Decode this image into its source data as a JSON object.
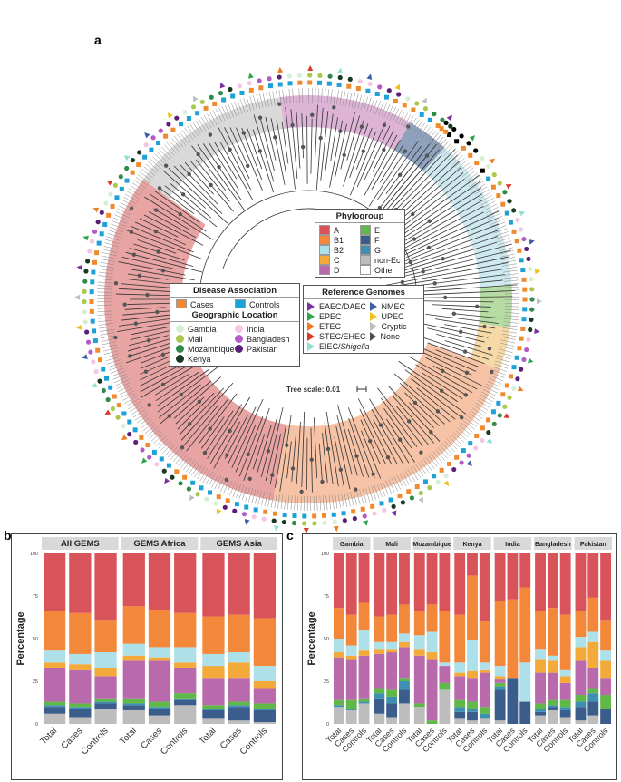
{
  "panel_labels": {
    "a": "a",
    "b": "b",
    "c": "c"
  },
  "tree": {
    "scale_label": "Tree scale: 0.01",
    "clade_colors": {
      "A": "#e8a3a3",
      "B1": "#f7c3a6",
      "B2": "#cfe9f0",
      "C": "#f7d9a8",
      "D": "#ddb3d6",
      "E": "#b7dca3",
      "F": "#8ea1bd",
      "nonEc": "#d9d9d9"
    }
  },
  "legend_phylogroup": {
    "title": "Phylogroup",
    "items": [
      {
        "label": "A",
        "color": "#d9545a"
      },
      {
        "label": "E",
        "color": "#5fb847"
      },
      {
        "label": "B1",
        "color": "#f3873a"
      },
      {
        "label": "F",
        "color": "#3b5d8c"
      },
      {
        "label": "B2",
        "color": "#aee0ea"
      },
      {
        "label": "G",
        "color": "#3e8fb1"
      },
      {
        "label": "C",
        "color": "#f4a93b"
      },
      {
        "label": "non-Ec",
        "color": "#bdbdbd"
      },
      {
        "label": "D",
        "color": "#b86aac"
      },
      {
        "label": "Other",
        "color": "#ffffff"
      }
    ]
  },
  "legend_disease": {
    "title": "Disease Association",
    "items": [
      {
        "label": "Cases",
        "color": "#f08a2e"
      },
      {
        "label": "Controls",
        "color": "#1ea1d6"
      }
    ]
  },
  "legend_geo": {
    "title": "Geographic Location",
    "items": [
      {
        "label": "Gambia",
        "color": "#d6eed3"
      },
      {
        "label": "India",
        "color": "#f4c6e6"
      },
      {
        "label": "Mali",
        "color": "#a6c94a"
      },
      {
        "label": "Bangladesh",
        "color": "#b35cc6"
      },
      {
        "label": "Mozambique",
        "color": "#2e8b4a"
      },
      {
        "label": "Pakistan",
        "color": "#5b1f7a"
      },
      {
        "label": "Kenya",
        "color": "#183a22"
      }
    ]
  },
  "legend_ref": {
    "title": "Reference Genomes",
    "items": [
      {
        "label": "EAEC/DAEC",
        "color": "#7b2fa0"
      },
      {
        "label": "NMEC",
        "color": "#3b5ea8"
      },
      {
        "label": "EPEC",
        "color": "#2aa84a"
      },
      {
        "label": "UPEC",
        "color": "#f2c21b"
      },
      {
        "label": "ETEC",
        "color": "#f07a1e"
      },
      {
        "label": "Cryptic",
        "color": "#bdbdbd"
      },
      {
        "label": "STEC/EHEC",
        "color": "#d93a2b"
      },
      {
        "label": "None",
        "color": "#ffffff"
      },
      {
        "label": "EIEC/Shigella",
        "color": "#8fe0d0"
      }
    ]
  },
  "colors": {
    "A": "#d9545a",
    "B1": "#f3873a",
    "B2": "#aee0ea",
    "C": "#f4a93b",
    "D": "#b86aac",
    "E": "#5fb847",
    "F": "#3b5d8c",
    "G": "#3e8fb1",
    "nonEc": "#bdbdbd",
    "Other": "#ffffff"
  },
  "chart_data": [
    {
      "type": "bar",
      "panel": "b",
      "stacked": true,
      "ylabel": "Percentage",
      "ylim": [
        0,
        100
      ],
      "yticks": [
        "0",
        "25",
        "50",
        "75",
        "100"
      ],
      "facets": [
        {
          "label": "All GEMS",
          "categories": [
            "Total",
            "Cases",
            "Controls"
          ],
          "stacks": [
            {
              "nonEc": 6,
              "F": 4,
              "G": 1,
              "E": 2,
              "D": 20,
              "C": 3,
              "B2": 7,
              "B1": 23,
              "A": 34
            },
            {
              "nonEc": 4,
              "F": 5,
              "G": 1,
              "E": 2,
              "D": 20,
              "C": 3,
              "B2": 6,
              "B1": 24,
              "A": 35
            },
            {
              "nonEc": 9,
              "F": 3,
              "G": 1,
              "E": 2,
              "D": 13,
              "C": 5,
              "B2": 9,
              "B1": 19,
              "A": 39
            }
          ]
        },
        {
          "label": "GEMS Africa",
          "categories": [
            "Total",
            "Cases",
            "Controls"
          ],
          "stacks": [
            {
              "nonEc": 8,
              "F": 3,
              "G": 1,
              "E": 3,
              "D": 22,
              "C": 3,
              "B2": 7,
              "B1": 22,
              "A": 31
            },
            {
              "nonEc": 5,
              "F": 4,
              "G": 1,
              "E": 3,
              "D": 24,
              "C": 2,
              "B2": 6,
              "B1": 22,
              "A": 33
            },
            {
              "nonEc": 11,
              "F": 3,
              "G": 1,
              "E": 3,
              "D": 15,
              "C": 3,
              "B2": 9,
              "B1": 20,
              "A": 35
            }
          ]
        },
        {
          "label": "GEMS Asia",
          "categories": [
            "Total",
            "Cases",
            "Controls"
          ],
          "stacks": [
            {
              "nonEc": 3,
              "F": 5,
              "G": 1,
              "E": 2,
              "D": 16,
              "C": 7,
              "B2": 7,
              "B1": 22,
              "A": 37
            },
            {
              "nonEc": 2,
              "F": 8,
              "G": 1,
              "E": 2,
              "D": 14,
              "C": 9,
              "B2": 6,
              "B1": 22,
              "A": 36
            },
            {
              "nonEc": 1,
              "F": 7,
              "G": 1,
              "E": 3,
              "D": 9,
              "C": 4,
              "B2": 9,
              "B1": 28,
              "A": 38
            }
          ]
        }
      ]
    },
    {
      "type": "bar",
      "panel": "c",
      "stacked": true,
      "ylabel": "Percentage",
      "ylim": [
        0,
        100
      ],
      "yticks": [
        "0",
        "25",
        "50",
        "75",
        "100"
      ],
      "facets": [
        {
          "label": "Gambia",
          "categories": [
            "Total",
            "Cases",
            "Controls"
          ],
          "stacks": [
            {
              "nonEc": 10,
              "F": 0,
              "G": 1,
              "E": 3,
              "D": 25,
              "C": 3,
              "B2": 8,
              "B1": 18,
              "A": 32
            },
            {
              "nonEc": 8,
              "F": 0,
              "G": 1,
              "E": 5,
              "D": 24,
              "C": 2,
              "B2": 6,
              "B1": 18,
              "A": 36
            },
            {
              "nonEc": 12,
              "F": 0,
              "G": 1,
              "E": 2,
              "D": 25,
              "C": 3,
              "B2": 12,
              "B1": 16,
              "A": 29
            }
          ]
        },
        {
          "label": "Mali",
          "categories": [
            "Total",
            "Cases",
            "Controls"
          ],
          "stacks": [
            {
              "nonEc": 6,
              "F": 9,
              "G": 3,
              "E": 3,
              "D": 20,
              "C": 3,
              "B2": 4,
              "B1": 15,
              "A": 37
            },
            {
              "nonEc": 4,
              "F": 8,
              "G": 4,
              "E": 4,
              "D": 22,
              "C": 2,
              "B2": 4,
              "B1": 16,
              "A": 36
            },
            {
              "nonEc": 12,
              "F": 8,
              "G": 5,
              "E": 2,
              "D": 18,
              "C": 3,
              "B2": 5,
              "B1": 17,
              "A": 30
            }
          ]
        },
        {
          "label": "Mozambique",
          "categories": [
            "Total",
            "Cases",
            "Controls"
          ],
          "stacks": [
            {
              "nonEc": 10,
              "F": 0,
              "G": 0,
              "E": 2,
              "D": 28,
              "C": 4,
              "B2": 8,
              "B1": 14,
              "A": 34
            },
            {
              "nonEc": 0,
              "F": 0,
              "G": 0,
              "E": 2,
              "D": 36,
              "C": 4,
              "B2": 12,
              "B1": 16,
              "A": 30
            },
            {
              "nonEc": 20,
              "F": 0,
              "G": 0,
              "E": 4,
              "D": 10,
              "C": 0,
              "B2": 2,
              "B1": 30,
              "A": 34
            }
          ]
        },
        {
          "label": "Kenya",
          "categories": [
            "Total",
            "Cases",
            "Controls"
          ],
          "stacks": [
            {
              "nonEc": 3,
              "F": 4,
              "G": 3,
              "E": 4,
              "D": 14,
              "C": 2,
              "B2": 6,
              "B1": 28,
              "A": 36
            },
            {
              "nonEc": 2,
              "F": 5,
              "G": 2,
              "E": 4,
              "D": 14,
              "C": 4,
              "B2": 18,
              "B1": 38,
              "A": 13
            },
            {
              "nonEc": 3,
              "F": 0,
              "G": 3,
              "E": 4,
              "D": 20,
              "C": 2,
              "B2": 4,
              "B1": 24,
              "A": 40
            }
          ]
        },
        {
          "label": "India",
          "categories": [
            "Total",
            "Cases",
            "Controls"
          ],
          "stacks": [
            {
              "nonEc": 2,
              "F": 18,
              "G": 2,
              "E": 2,
              "D": 2,
              "C": 2,
              "B2": 6,
              "B1": 38,
              "A": 28
            },
            {
              "nonEc": 0,
              "F": 27,
              "G": 0,
              "E": 0,
              "D": 0,
              "C": 0,
              "B2": 0,
              "B1": 46,
              "A": 27
            },
            {
              "nonEc": 0,
              "F": 13,
              "G": 0,
              "E": 0,
              "D": 0,
              "C": 0,
              "B2": 23,
              "B1": 44,
              "A": 20
            }
          ]
        },
        {
          "label": "Bangladesh",
          "categories": [
            "Total",
            "Cases",
            "Controls"
          ],
          "stacks": [
            {
              "nonEc": 5,
              "F": 2,
              "G": 2,
              "E": 3,
              "D": 18,
              "C": 8,
              "B2": 6,
              "B1": 22,
              "A": 34
            },
            {
              "nonEc": 8,
              "F": 2,
              "G": 1,
              "E": 3,
              "D": 16,
              "C": 7,
              "B2": 3,
              "B1": 28,
              "A": 32
            },
            {
              "nonEc": 4,
              "F": 4,
              "G": 2,
              "E": 4,
              "D": 10,
              "C": 4,
              "B2": 4,
              "B1": 32,
              "A": 36
            }
          ]
        },
        {
          "label": "Pakistan",
          "categories": [
            "Total",
            "Cases",
            "Controls"
          ],
          "stacks": [
            {
              "nonEc": 2,
              "F": 8,
              "G": 3,
              "E": 4,
              "D": 20,
              "C": 8,
              "B2": 6,
              "B1": 15,
              "A": 34
            },
            {
              "nonEc": 5,
              "F": 8,
              "G": 5,
              "E": 3,
              "D": 12,
              "C": 15,
              "B2": 6,
              "B1": 20,
              "A": 26
            },
            {
              "nonEc": 0,
              "F": 9,
              "G": 0,
              "E": 8,
              "D": 10,
              "C": 10,
              "B2": 6,
              "B1": 18,
              "A": 39
            }
          ]
        }
      ]
    }
  ]
}
